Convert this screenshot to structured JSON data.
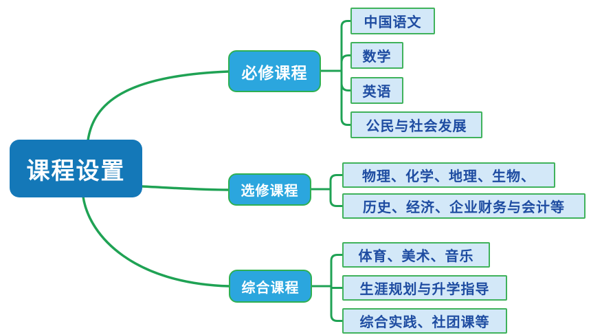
{
  "root": {
    "label": "课程设置"
  },
  "branches": [
    {
      "label": "必修课程",
      "children": [
        "中国语文",
        "数学",
        "英语",
        "公民与社会发展"
      ]
    },
    {
      "label": "选修课程",
      "children": [
        "物理、化学、地理、生物、",
        "历史、经济、企业财务与会计等"
      ]
    },
    {
      "label": "综合课程",
      "children": [
        "体育、美术、音乐",
        "生涯规划与升学指导",
        "综合实践、社团课等"
      ]
    }
  ],
  "colors": {
    "root_fill": "#1478B8",
    "branch_fill": "#2BA6DE",
    "node_border_green": "#2EB052",
    "leaf_fill": "#D3E8F8",
    "leaf_border": "#3FB25B",
    "leaf_text": "#1E4CA1",
    "node_text": "#FFFFFF",
    "connector": "#1FA254"
  }
}
